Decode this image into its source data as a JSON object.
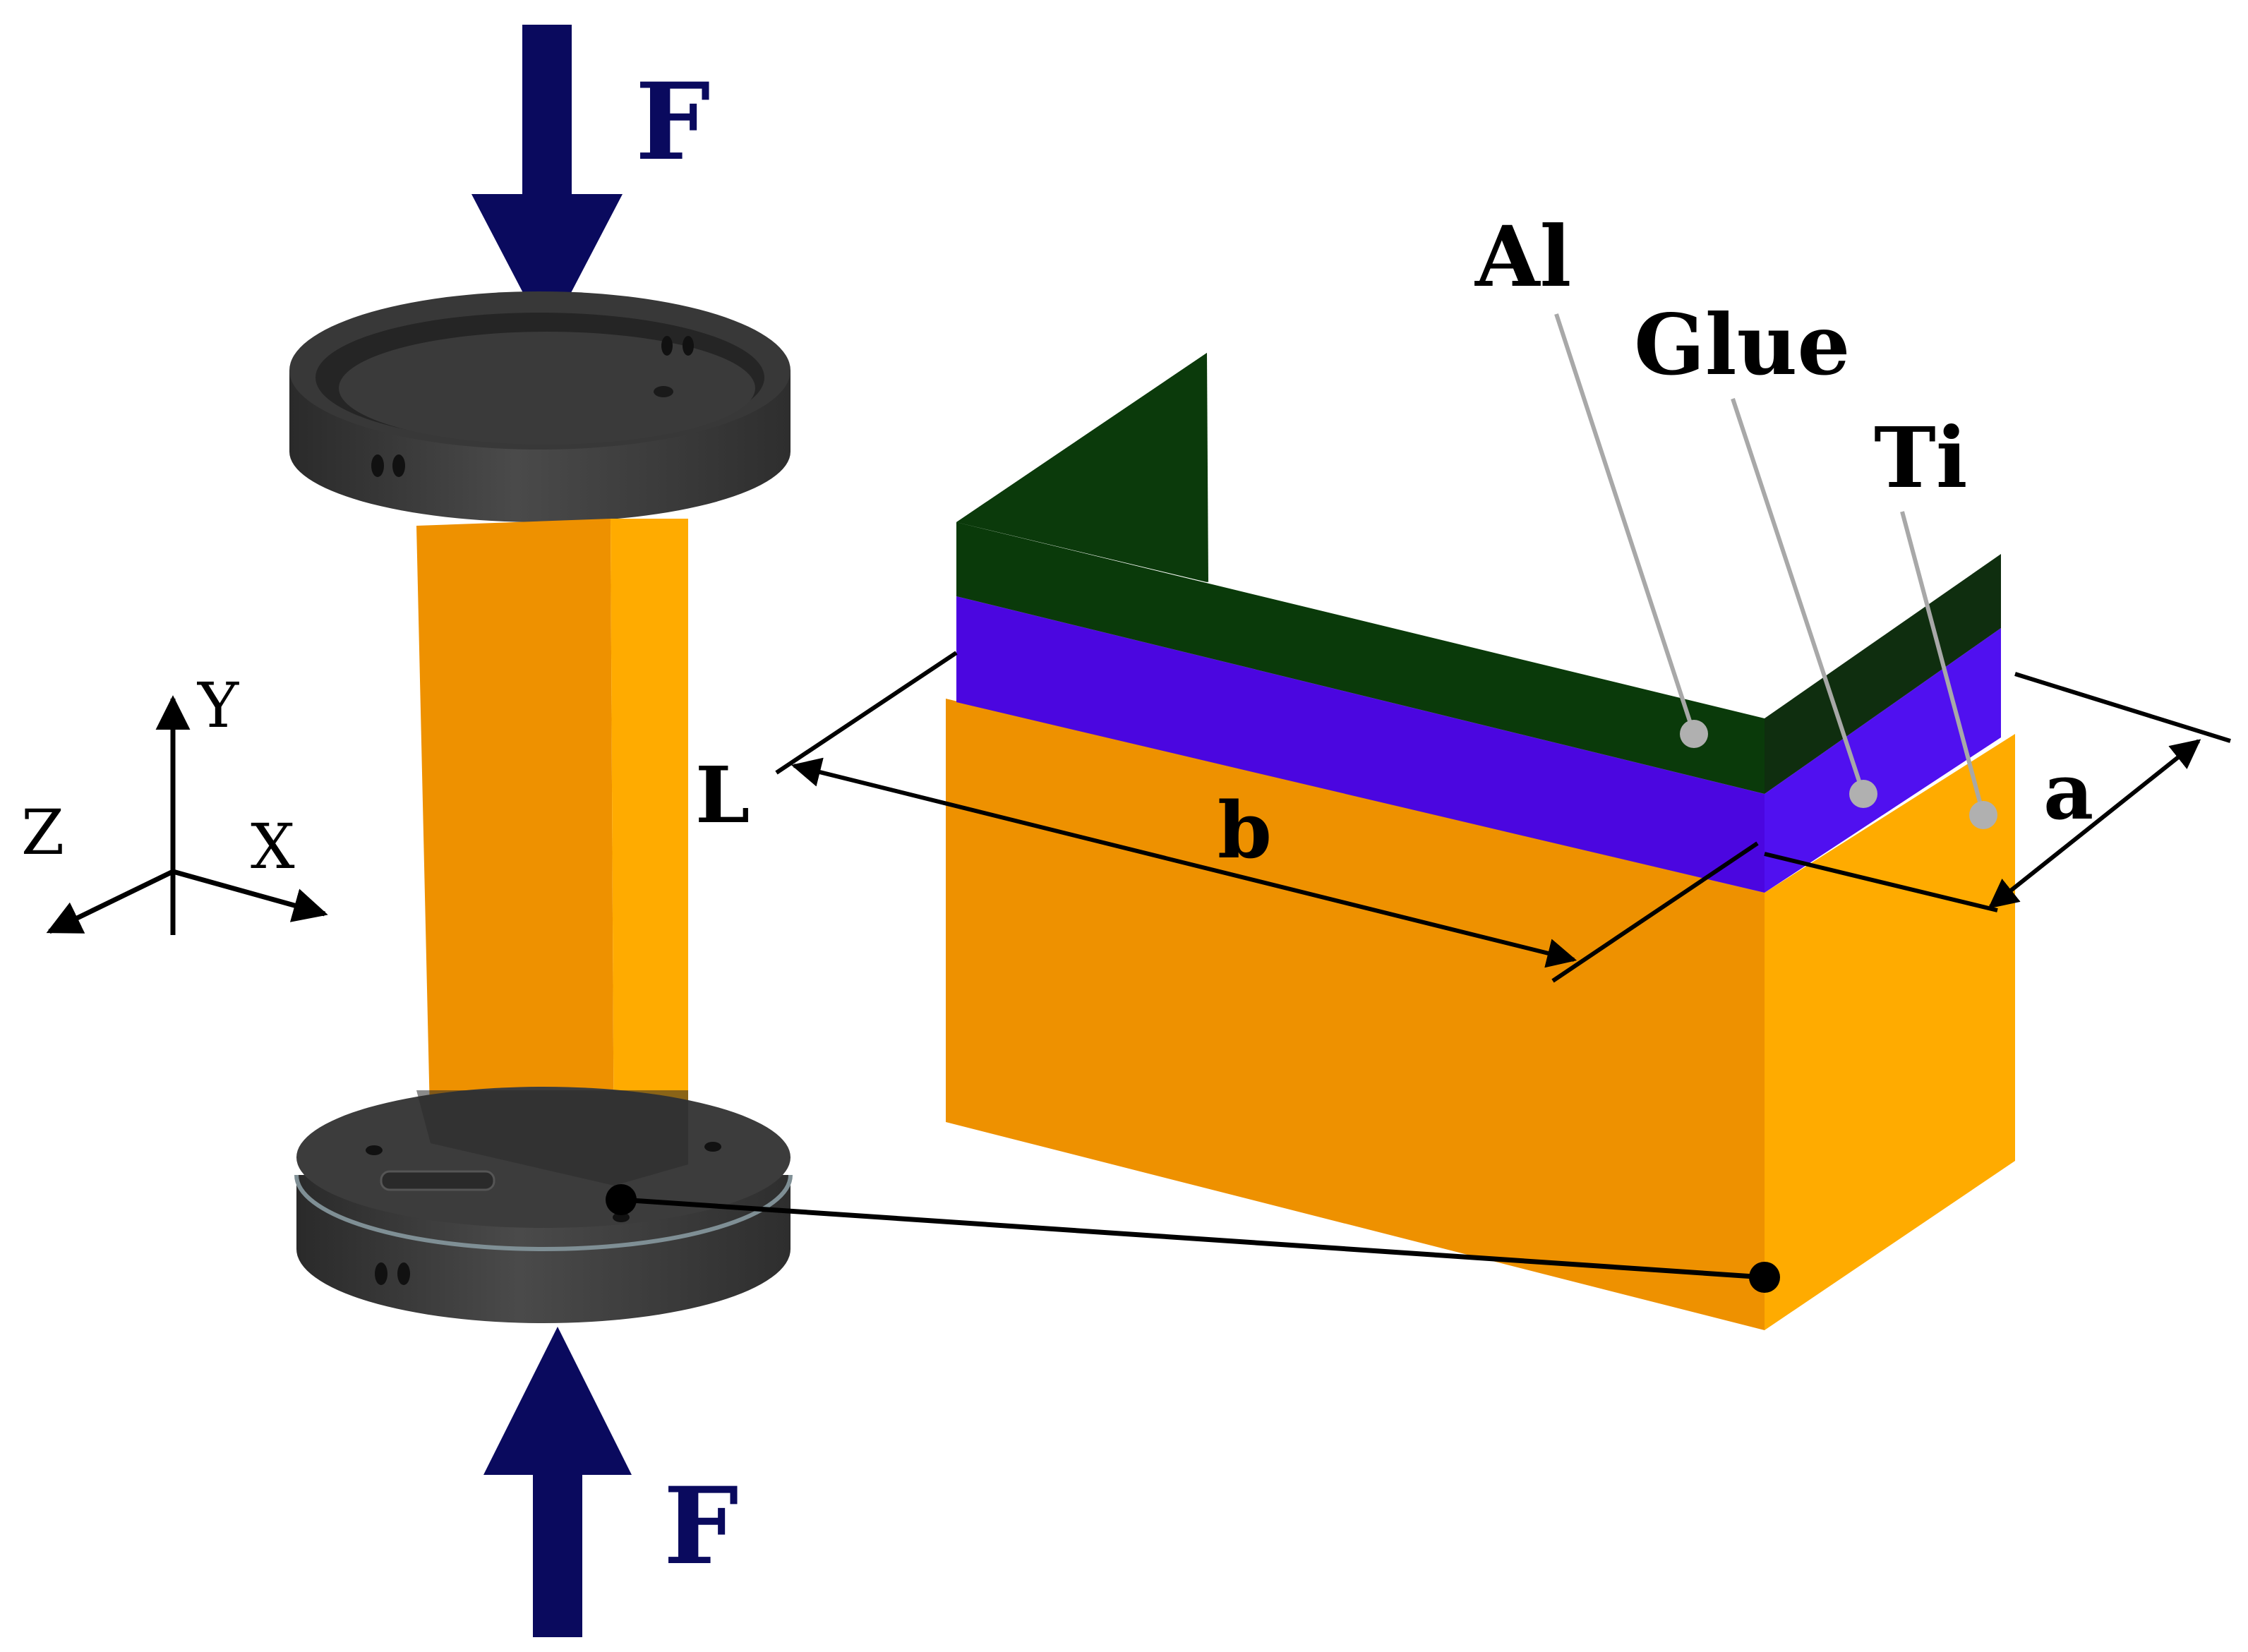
{
  "forces": {
    "top": "F",
    "bottom": "F"
  },
  "axes": {
    "y": "Y",
    "z": "Z",
    "x": "X"
  },
  "materials": {
    "al": "Al",
    "glue": "Glue",
    "ti": "Ti"
  },
  "dimensions": {
    "length": "L",
    "width": "b",
    "thickness": "a"
  },
  "colors": {
    "force_arrow": "#0a0a5e",
    "aluminum": "#0a3a0a",
    "glue": "#4b06e0",
    "titanium_front": "#ee9100",
    "titanium_side": "#ffab00",
    "fixture": "#3a3a3a",
    "leader": "#a8a8a8"
  }
}
